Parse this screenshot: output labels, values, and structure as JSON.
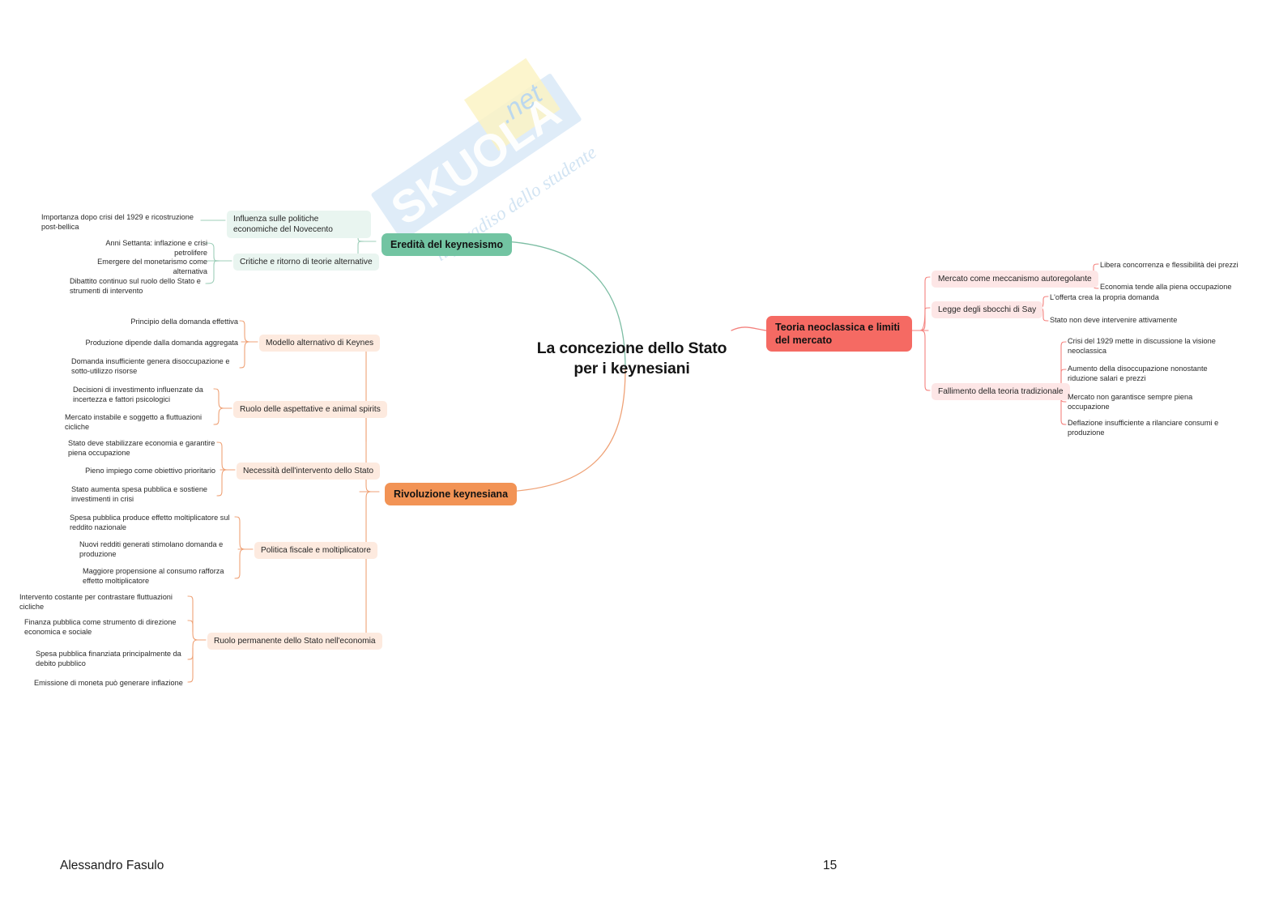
{
  "document": {
    "author": "Alessandro Fasulo",
    "page_number": "15",
    "watermark_primary": "SKUOLA",
    "watermark_suffix": ".net",
    "watermark_tagline": "il paradiso dello studente"
  },
  "mindmap": {
    "central_title": "La concezione dello Stato per i keynesiani",
    "colors": {
      "green": "#72c4a2",
      "green_pale": "#e9f5f0",
      "green_line": "#7cbda3",
      "orange": "#f29355",
      "orange_pale": "#fdeadf",
      "orange_line": "#efa277",
      "red": "#f56a63",
      "red_pale": "#fde6e6",
      "red_line": "#f4827e",
      "watermark": "#cfe3f2"
    },
    "branches": [
      {
        "id": "eredita",
        "label": "Eredità del keynesismo",
        "color": "green",
        "children": [
          {
            "label": "Influenza sulle politiche economiche del Novecento",
            "leaves": [
              "Importanza dopo crisi del 1929 e ricostruzione post-bellica"
            ]
          },
          {
            "label": "Critiche e ritorno di teorie alternative",
            "leaves": [
              "Anni Settanta: inflazione e crisi petrolifere",
              "Emergere del monetarismo come alternativa",
              "Dibattito continuo sul ruolo dello Stato e strumenti di intervento"
            ]
          }
        ]
      },
      {
        "id": "rivoluzione",
        "label": "Rivoluzione keynesiana",
        "color": "orange",
        "children": [
          {
            "label": "Modello alternativo di Keynes",
            "leaves": [
              "Principio della domanda effettiva",
              "Produzione dipende dalla domanda aggregata",
              "Domanda insufficiente genera disoccupazione e sotto-utilizzo risorse"
            ]
          },
          {
            "label": "Ruolo delle aspettative e animal spirits",
            "leaves": [
              "Decisioni di investimento influenzate da incertezza e fattori psicologici",
              "Mercato instabile e soggetto a fluttuazioni cicliche"
            ]
          },
          {
            "label": "Necessità dell'intervento dello Stato",
            "leaves": [
              "Stato deve stabilizzare economia e garantire piena occupazione",
              "Pieno impiego come obiettivo prioritario",
              "Stato aumenta spesa pubblica e sostiene investimenti in crisi"
            ]
          },
          {
            "label": "Politica fiscale e moltiplicatore",
            "leaves": [
              "Spesa pubblica produce effetto moltiplicatore sul reddito nazionale",
              "Nuovi redditi generati stimolano domanda e produzione",
              "Maggiore propensione al consumo rafforza effetto moltiplicatore"
            ]
          },
          {
            "label": "Ruolo permanente dello Stato nell'economia",
            "leaves": [
              "Intervento costante per contrastare fluttuazioni cicliche",
              "Finanza pubblica come strumento di direzione economica e sociale",
              "Spesa pubblica finanziata principalmente da debito pubblico",
              "Emissione di moneta può generare inflazione"
            ]
          }
        ]
      },
      {
        "id": "neoclassica",
        "label": "Teoria neoclassica e limiti del mercato",
        "color": "red",
        "children": [
          {
            "label": "Mercato come meccanismo autoregolante",
            "leaves": [
              "Libera concorrenza e flessibilità dei prezzi",
              "Economia tende alla piena occupazione"
            ]
          },
          {
            "label": "Legge degli sbocchi di Say",
            "leaves": [
              "L'offerta crea la propria domanda",
              "Stato non deve intervenire attivamente"
            ]
          },
          {
            "label": "Fallimento della teoria tradizionale",
            "leaves": [
              "Crisi del 1929 mette in discussione la visione neoclassica",
              "Aumento della disoccupazione nonostante riduzione salari e prezzi",
              "Mercato non garantisce sempre piena occupazione",
              "Deflazione insufficiente a rilanciare consumi e produzione"
            ]
          }
        ]
      }
    ]
  }
}
